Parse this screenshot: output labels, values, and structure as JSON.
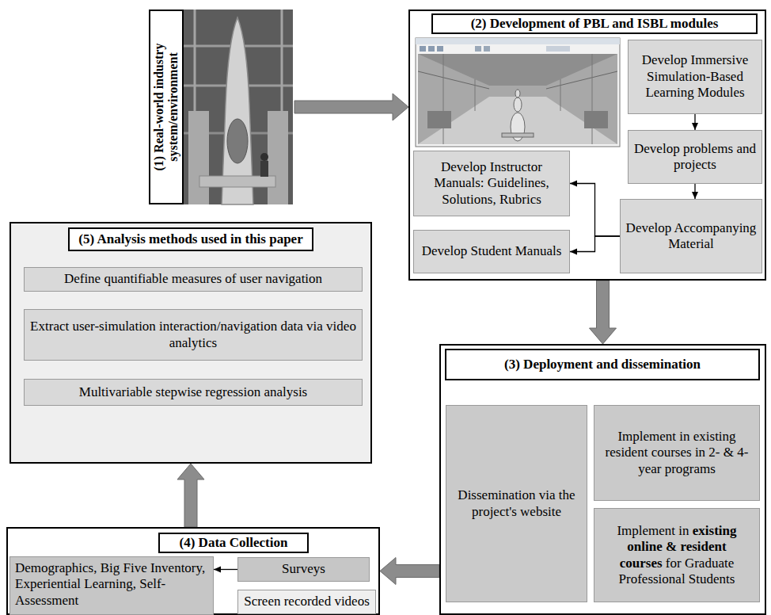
{
  "diagram": {
    "nodes": [
      {
        "text": [
          "(1) Real-world industry system/environment"
        ]
      },
      {
        "text": [
          "(2) Development of PBL and ISBL modules"
        ]
      },
      {
        "text": [
          "Develop Immersive Simulation-Based Learning Modules"
        ],
        "in": 1
      },
      {
        "text": [
          "Develop problems and projects"
        ],
        "in": 1
      },
      {
        "text": [
          "Develop Accompanying Material"
        ],
        "in": 1
      },
      {
        "text": [
          "Develop Instructor Manuals: Guidelines, Solutions, Rubrics"
        ],
        "in": 1
      },
      {
        "text": [
          "Develop Student Manuals"
        ],
        "in": 1
      },
      {
        "text": [
          "(3) Deployment and dissemination"
        ]
      },
      {
        "text": [
          "Dissemination via the project's website"
        ],
        "in": 7
      },
      {
        "text": [
          "Implement in existing resident courses in 2- & 4-year programs"
        ],
        "in": 7
      },
      {
        "text": [
          "Implement in",
          "existing online & resident courses",
          "for Graduate Professional Students"
        ],
        "in": 7
      },
      {
        "text": [
          "(4) Data Collection"
        ]
      },
      {
        "text": [
          "Demographics, Big Five Inventory, Experiential Learning, Self-Assessment"
        ],
        "in": 11
      },
      {
        "text": [
          "Surveys"
        ],
        "in": 11
      },
      {
        "text": [
          "Screen recorded videos"
        ],
        "in": 11
      },
      {
        "text": [
          "(5) Analysis methods used in this paper"
        ]
      },
      {
        "text": [
          "Define quantifiable measures of user navigation"
        ],
        "in": 15
      },
      {
        "text": [
          "Extract user-simulation interaction/navigation data via video analytics"
        ],
        "in": 15
      },
      {
        "text": [
          "Multivariable stepwise regression analysis"
        ],
        "in": 15
      }
    ],
    "edges": [
      {
        "from": 0,
        "to": 1,
        "arrow": "to"
      },
      {
        "from": 1,
        "to": 7,
        "arrow": "to"
      },
      {
        "from": 7,
        "to": 11,
        "arrow": "to"
      },
      {
        "from": 11,
        "to": 15,
        "arrow": "to"
      },
      {
        "from": 2,
        "to": 3,
        "arrow": "to"
      },
      {
        "from": 3,
        "to": 4,
        "arrow": "to"
      },
      {
        "from": 4,
        "to": 5,
        "arrow": "to"
      },
      {
        "from": 4,
        "to": 6,
        "arrow": "to"
      },
      {
        "from": 13,
        "to": 12,
        "arrow": "to"
      },
      {
        "from": 16,
        "to": 17,
        "arrow": "to"
      },
      {
        "from": 17,
        "to": 18,
        "arrow": "to"
      }
    ]
  }
}
